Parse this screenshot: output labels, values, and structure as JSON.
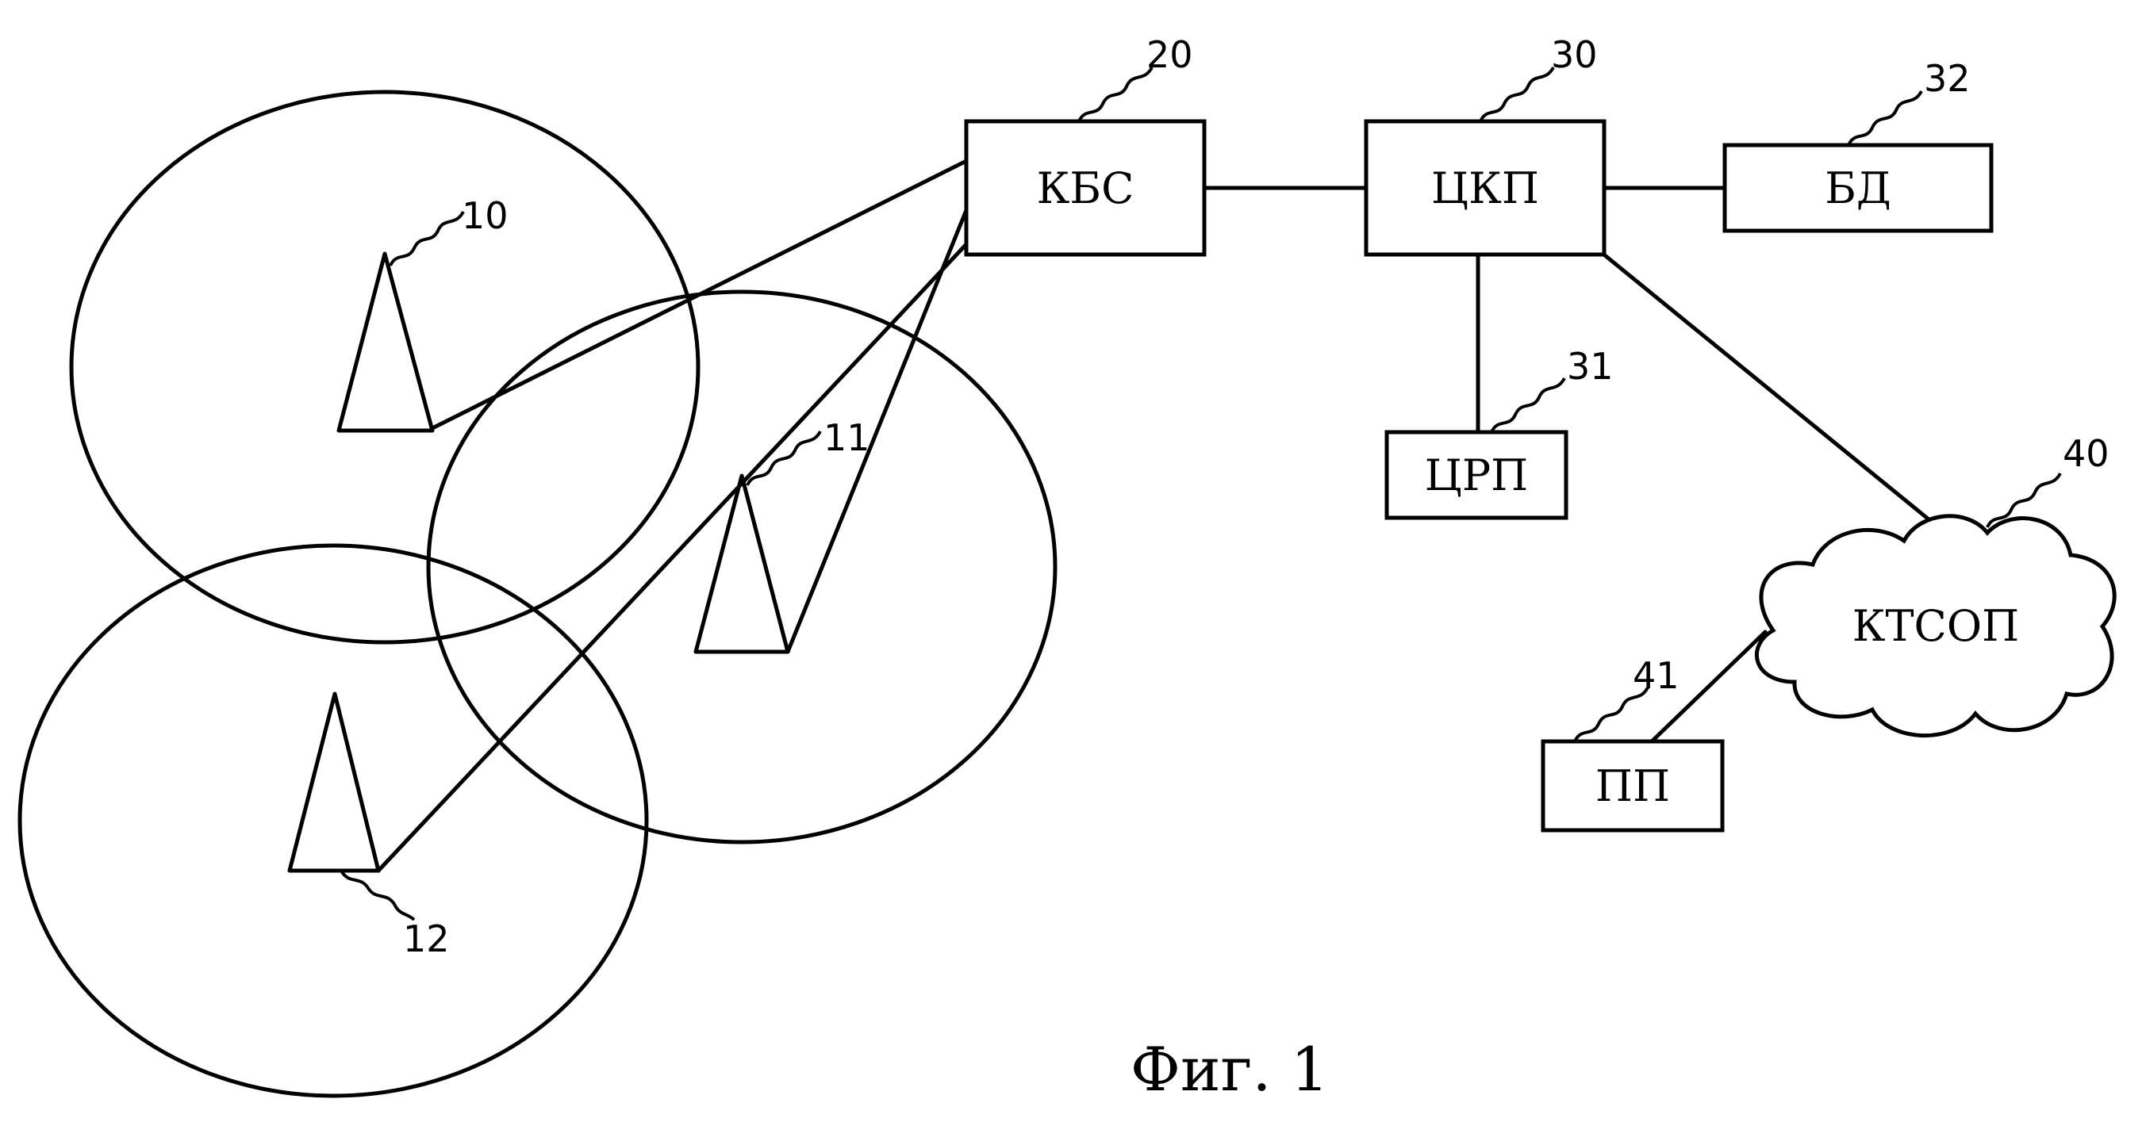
{
  "towers": [
    {
      "number": "10"
    },
    {
      "number": "11"
    },
    {
      "number": "12"
    }
  ],
  "nodes": {
    "kbs": {
      "label": "КБС",
      "number": "20"
    },
    "tskp": {
      "label": "ЦКП",
      "number": "30"
    },
    "tsrp": {
      "label": "ЦРП",
      "number": "31"
    },
    "bd": {
      "label": "БД",
      "number": "32"
    },
    "ktsop": {
      "label": "КТСОП",
      "number": "40"
    },
    "pp": {
      "label": "ПП",
      "number": "41"
    }
  },
  "caption": "Фиг. 1"
}
